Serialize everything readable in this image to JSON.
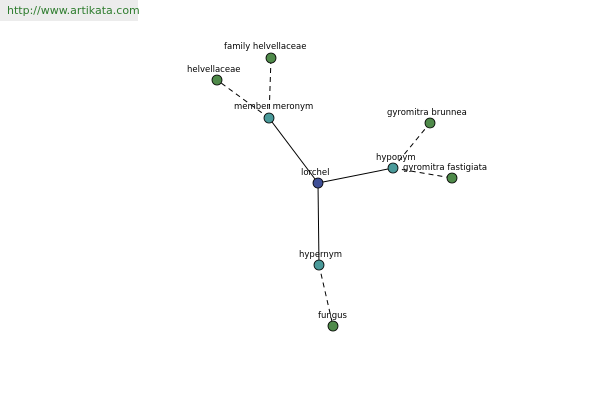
{
  "banner": {
    "url": "http://www.artikata.com"
  },
  "colors": {
    "root": "#3f4f96",
    "relation": "#4a9a9a",
    "leaf": "#4f8a4a"
  },
  "graph": {
    "nodes": [
      {
        "id": "lorchel",
        "label": "lorchel",
        "kind": "root"
      },
      {
        "id": "member-meronym",
        "label": "member meronym",
        "kind": "relation"
      },
      {
        "id": "hyponym",
        "label": "hyponym",
        "kind": "relation"
      },
      {
        "id": "hypernym",
        "label": "hypernym",
        "kind": "relation"
      },
      {
        "id": "family-helvellaceae",
        "label": "family helvellaceae",
        "kind": "leaf"
      },
      {
        "id": "helvellaceae",
        "label": "helvellaceae",
        "kind": "leaf"
      },
      {
        "id": "gyromitra-brunnea",
        "label": "gyromitra brunnea",
        "kind": "leaf"
      },
      {
        "id": "gyromitra-fastigiata",
        "label": "gyromitra fastigiata",
        "kind": "leaf"
      },
      {
        "id": "fungus",
        "label": "fungus",
        "kind": "leaf"
      }
    ],
    "edges": [
      {
        "from": "lorchel",
        "to": "member-meronym",
        "style": "solid"
      },
      {
        "from": "lorchel",
        "to": "hyponym",
        "style": "solid"
      },
      {
        "from": "lorchel",
        "to": "hypernym",
        "style": "solid"
      },
      {
        "from": "member-meronym",
        "to": "family-helvellaceae",
        "style": "dashed"
      },
      {
        "from": "member-meronym",
        "to": "helvellaceae",
        "style": "dashed"
      },
      {
        "from": "hyponym",
        "to": "gyromitra-brunnea",
        "style": "dashed"
      },
      {
        "from": "hyponym",
        "to": "gyromitra-fastigiata",
        "style": "dashed"
      },
      {
        "from": "hypernym",
        "to": "fungus",
        "style": "dashed"
      }
    ]
  }
}
